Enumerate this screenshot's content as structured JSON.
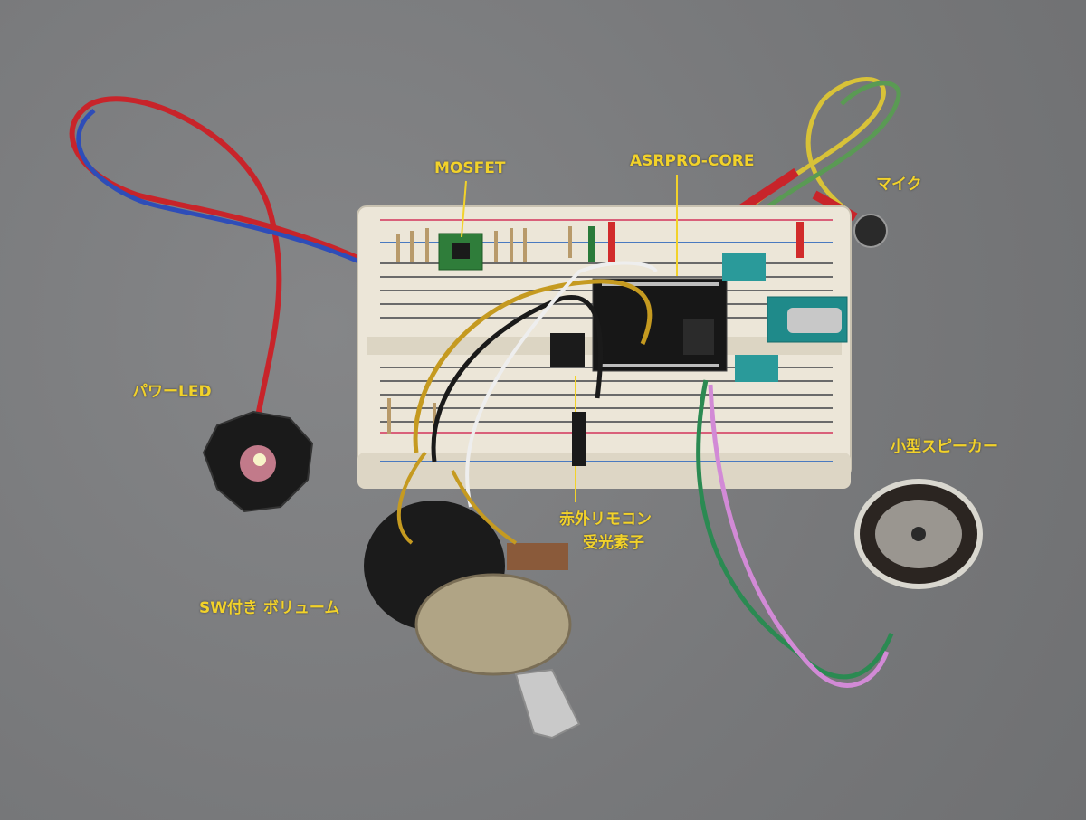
{
  "labels": {
    "mosfet": "MOSFET",
    "asrpro_core": "ASRPRO-CORE",
    "mic": "マイク",
    "power_led": "パワーLED",
    "speaker": "小型スピーカー",
    "ir_receiver_line1": "赤外リモコン",
    "ir_receiver_line2": "受光素子",
    "volume": "SW付き ボリューム"
  },
  "colors": {
    "label_text": "#f2d22a",
    "background": "#7b7c7e",
    "breadboard": "#ece6d8"
  }
}
